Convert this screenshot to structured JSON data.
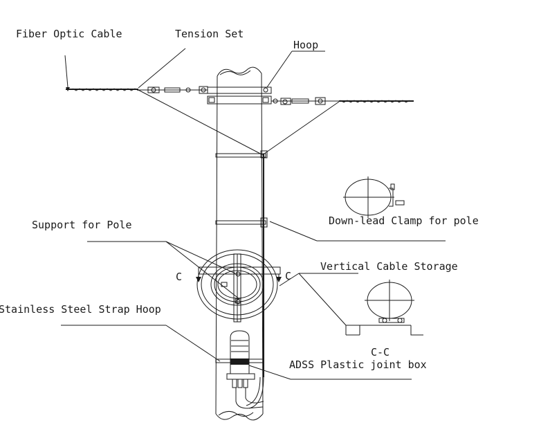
{
  "labels": {
    "fiber_optic_cable": "Fiber Optic Cable",
    "tension_set": "Tension Set",
    "hoop": "Hoop",
    "support_for_pole": "Support for Pole",
    "down_lead_clamp": "Down-lead Clamp for pole",
    "vertical_cable_storage": "Vertical Cable Storage",
    "stainless_steel_strap_hoop": "Stainless Steel Strap Hoop",
    "adss_plastic_joint_box": "ADSS Plastic joint box",
    "section_c_left": "C",
    "section_c_right": "C",
    "section_cc": "C-C"
  },
  "colors": {
    "ink": "#1a1a1a",
    "paper": "#ffffff"
  }
}
